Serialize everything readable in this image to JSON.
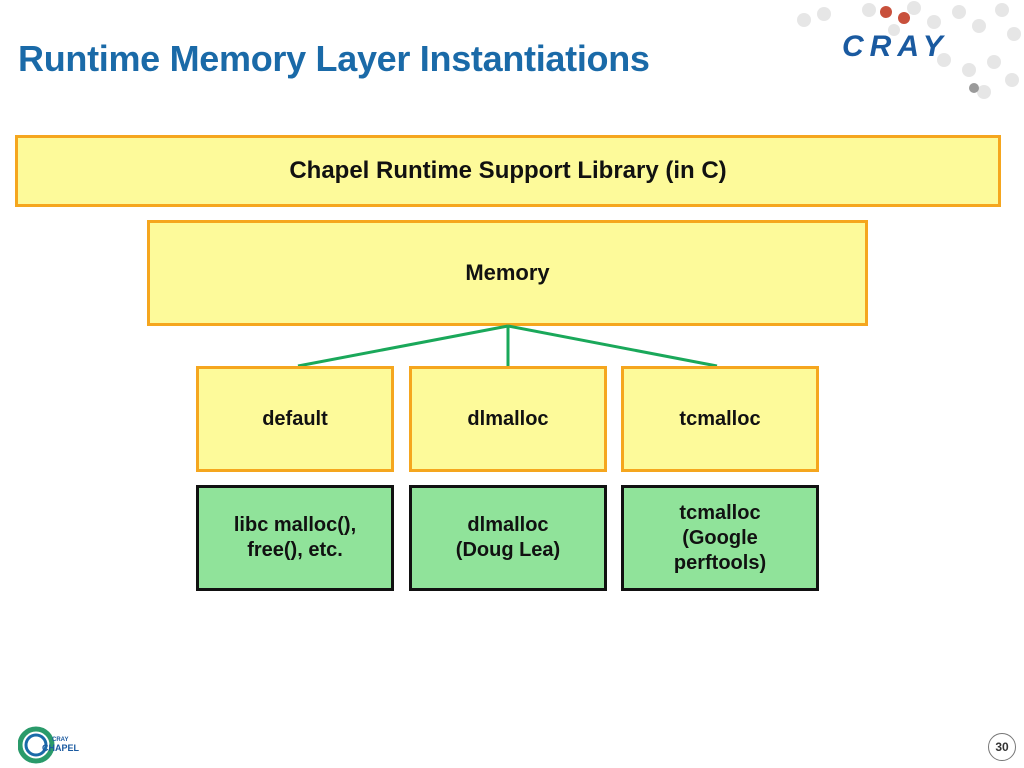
{
  "slide": {
    "title": "Runtime Memory Layer Instantiations",
    "page_number": "30"
  },
  "logos": {
    "cray": "CRAY",
    "chapel_top": "CRAY",
    "chapel_bottom": "CHAPEL"
  },
  "diagram": {
    "library": "Chapel Runtime Support Library (in C)",
    "memory": "Memory",
    "implementations": [
      {
        "layer": "default",
        "allocator": "libc malloc(), free(), etc."
      },
      {
        "layer": "dlmalloc",
        "allocator": "dlmalloc (Doug Lea)"
      },
      {
        "layer": "tcmalloc",
        "allocator": "tcmalloc (Google perftools)"
      }
    ]
  },
  "colors": {
    "title": "#1a6aa8",
    "yellow_fill": "#fdfa9a",
    "orange_border": "#f5a61e",
    "green_fill": "#90e39a",
    "connector": "#1aa85a"
  }
}
